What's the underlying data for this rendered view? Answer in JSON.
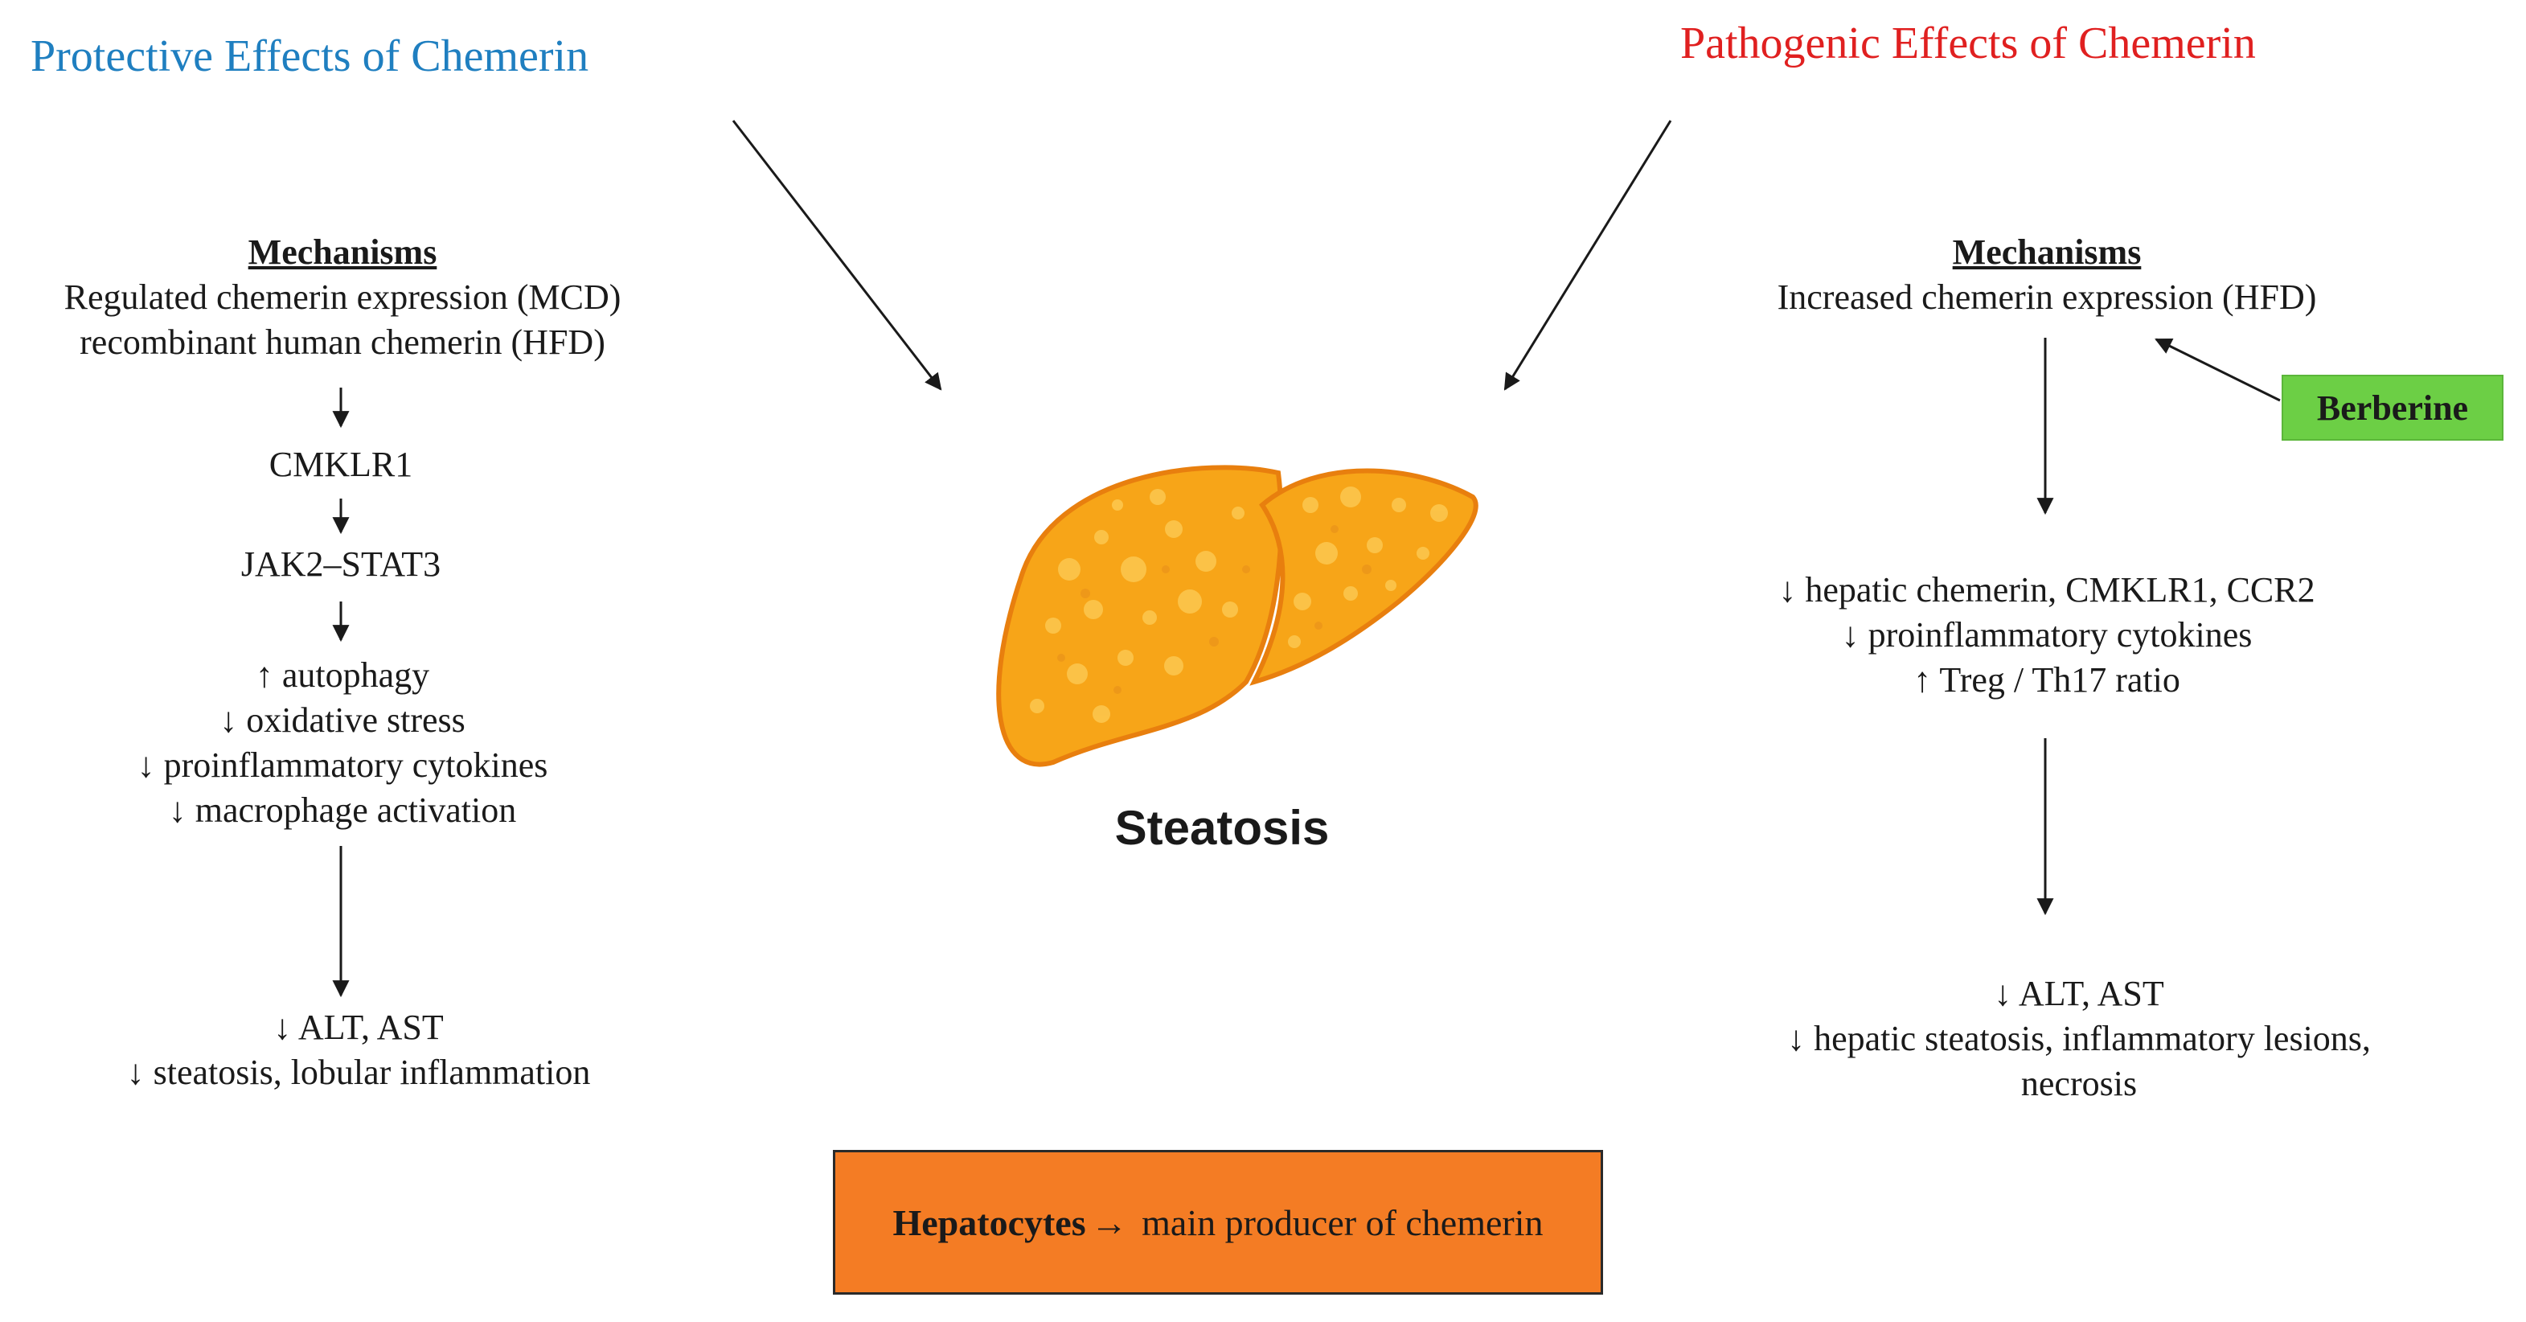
{
  "titles": {
    "protective": "Protective Effects of Chemerin",
    "pathogenic": "Pathogenic Effects of Chemerin"
  },
  "left": {
    "heading": "Mechanisms",
    "intro": [
      "Regulated chemerin expression (MCD)",
      "recombinant human chemerin (HFD)"
    ],
    "step1": "CMKLR1",
    "step2": "JAK2–STAT3",
    "effects": [
      "↑ autophagy",
      "↓ oxidative stress",
      "↓ proinflammatory cytokines",
      "↓ macrophage activation"
    ],
    "outcomes": [
      "↓ ALT, AST",
      "↓ steatosis, lobular inflammation"
    ]
  },
  "right": {
    "heading": "Mechanisms",
    "intro": "Increased chemerin expression (HFD)",
    "berberine": "Berberine",
    "effects": [
      "↓ hepatic chemerin, CMKLR1, CCR2",
      "↓ proinflammatory cytokines",
      "↑ Treg / Th17 ratio"
    ],
    "outcomes": [
      "↓ ALT, AST",
      "↓ hepatic steatosis, inflammatory lesions,",
      "necrosis"
    ]
  },
  "center": {
    "label": "Steatosis",
    "liver_icon": "liver-icon"
  },
  "footer": {
    "bold": "Hepatocytes",
    "arrow": "→",
    "rest": " main producer of chemerin"
  },
  "colors": {
    "protective": "#1f7fc0",
    "pathogenic": "#e02020",
    "berberine_box": "#6ccf45",
    "hepatocytes_box": "#f47c24",
    "liver_fill": "#f7a518"
  }
}
